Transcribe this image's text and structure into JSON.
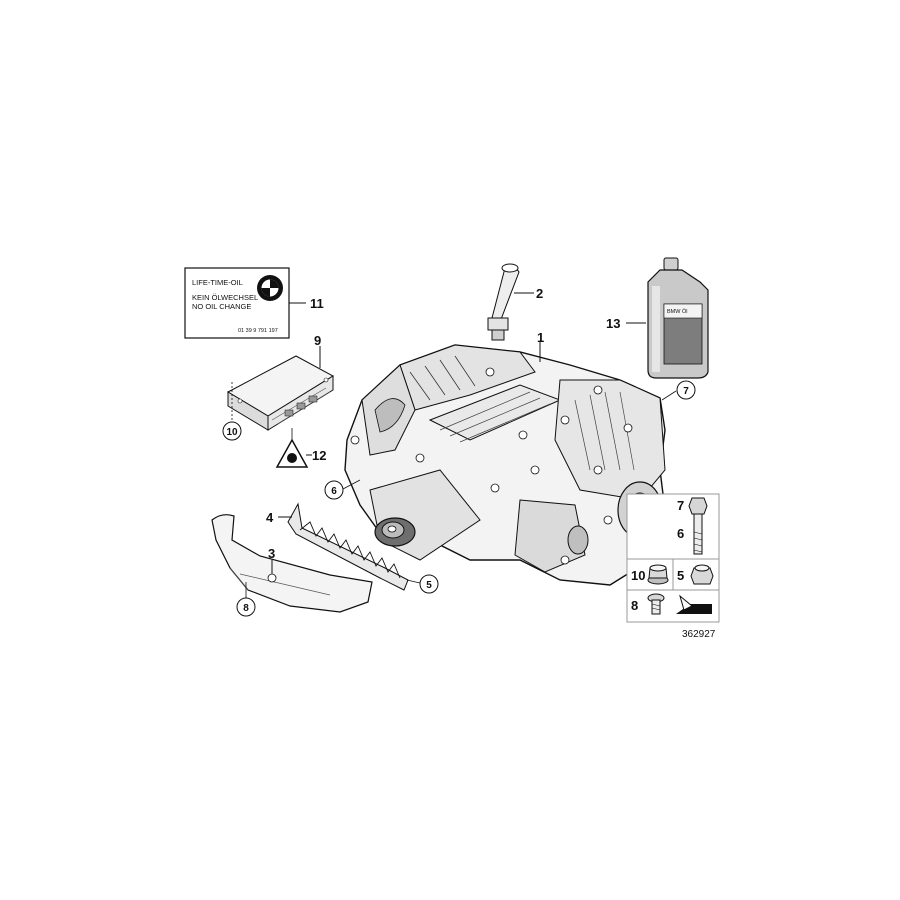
{
  "label_sticker": {
    "line1": "LIFE-TIME-OIL",
    "line2": "KEIN ÖLWECHSEL",
    "line3": "NO OIL CHANGE",
    "part_number": "01 39 9 791 197",
    "logo": "bmw-roundel-icon"
  },
  "callouts": {
    "c1": "1",
    "c2": "2",
    "c3": "3",
    "c4": "4",
    "c5": "5",
    "c6": "6",
    "c7": "7",
    "c8": "8",
    "c9": "9",
    "c10": "10",
    "c11": "11",
    "c12": "12",
    "c13": "13"
  },
  "hardware_box": {
    "bolt_long_top": "7",
    "bolt_long_bottom": "6",
    "nut_left": "10",
    "nut_right": "5",
    "screw_short": "8"
  },
  "oil_bottle": {
    "brand_text": "BMW Öl"
  },
  "diagram_id": "362927",
  "colors": {
    "line": "#111111",
    "fill_light": "#f2f2f2",
    "fill_mid": "#d9d9d9",
    "fill_dark": "#8a8a8a"
  }
}
